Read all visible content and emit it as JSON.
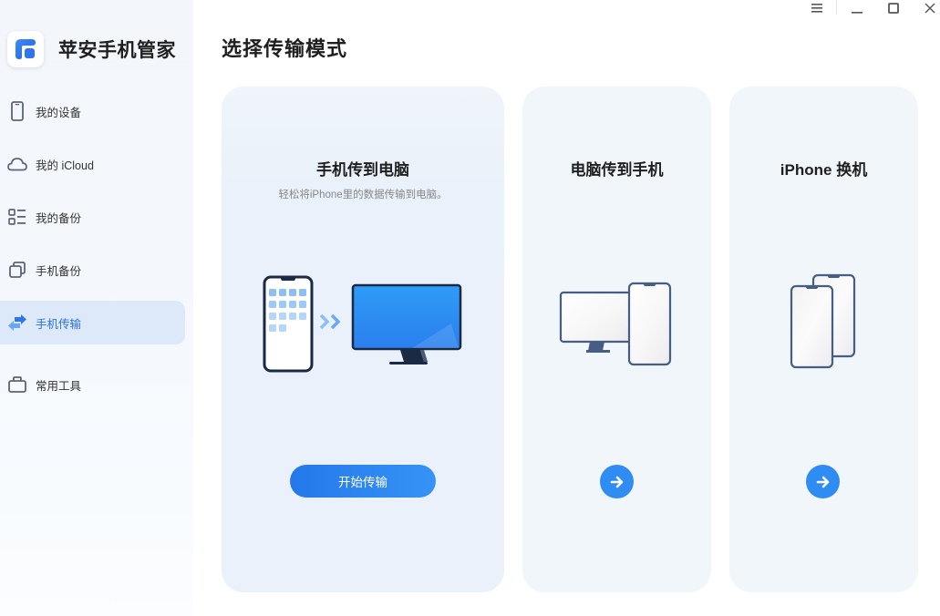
{
  "app": {
    "name": "苹安手机管家",
    "accent_color": "#2f8cf3"
  },
  "window_controls": {
    "menu": "menu-icon",
    "minimize": "minimize-icon",
    "maximize": "maximize-icon",
    "close": "close-icon"
  },
  "sidebar": {
    "items": [
      {
        "label": "我的设备",
        "icon": "phone-icon",
        "active": false
      },
      {
        "label": "我的 iCloud",
        "icon": "cloud-icon",
        "active": false
      },
      {
        "label": "我的备份",
        "icon": "list-icon",
        "active": false
      },
      {
        "label": "手机备份",
        "icon": "copy-icon",
        "active": false
      },
      {
        "label": "手机传输",
        "icon": "transfer-icon",
        "active": true
      },
      {
        "label": "常用工具",
        "icon": "toolbox-icon",
        "active": false
      }
    ]
  },
  "main": {
    "title": "选择传输模式",
    "cards": [
      {
        "title": "手机传到电脑",
        "description": "轻松将iPhone里的数据传输到电脑。",
        "button_label": "开始传输",
        "selected": true
      },
      {
        "title": "电脑传到手机",
        "button": "arrow-right-icon"
      },
      {
        "title": "iPhone 换机",
        "button": "arrow-right-icon"
      }
    ]
  }
}
